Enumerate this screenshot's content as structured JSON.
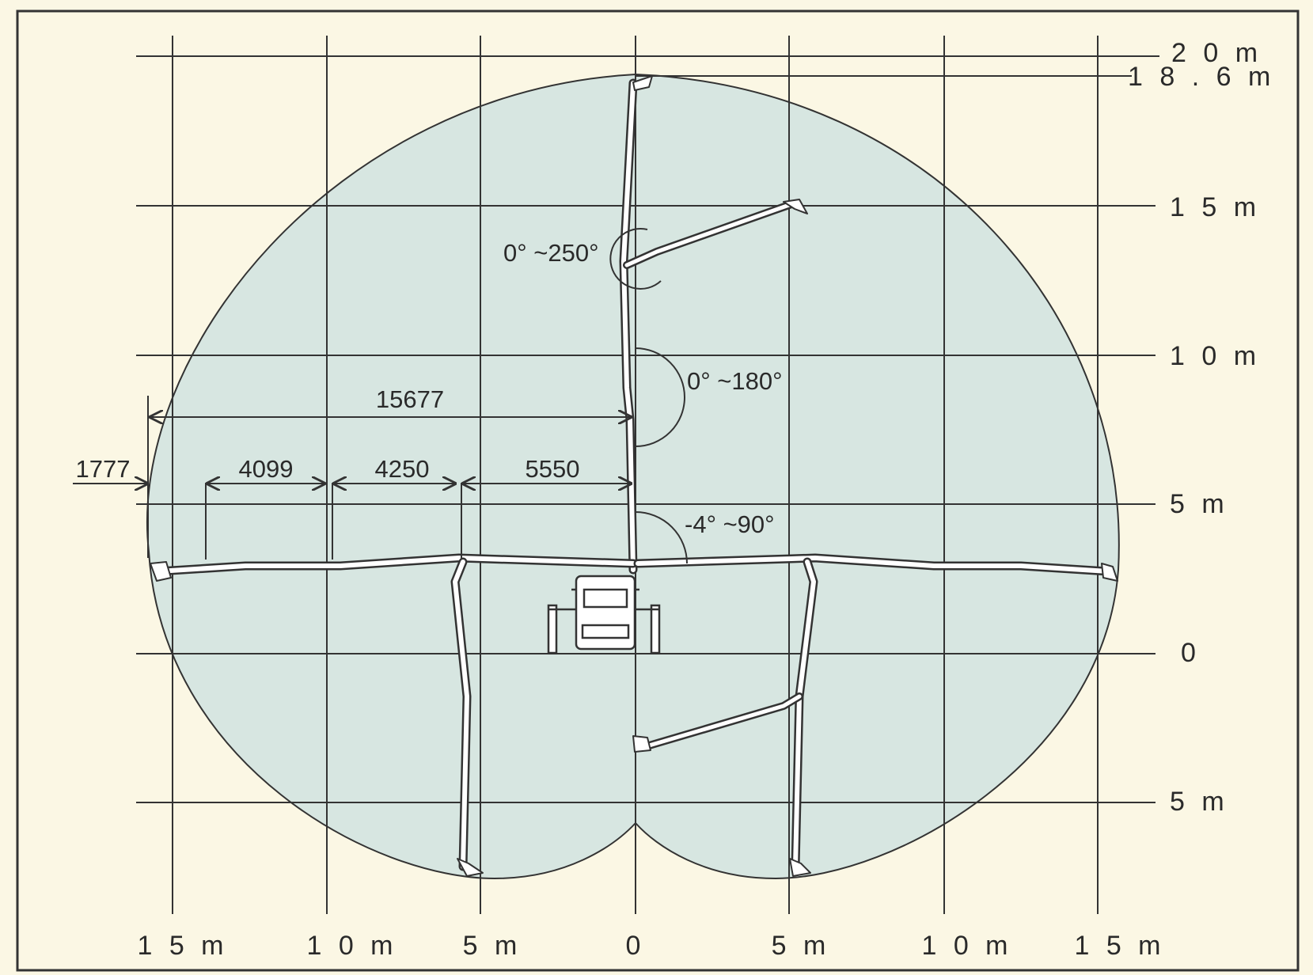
{
  "colors": {
    "background": "#fbf7e4",
    "frame": "#333333",
    "envelope_fill": "#d7e6e1",
    "line": "#333333",
    "boom": "#ffffff",
    "text": "#2a2a2a"
  },
  "x_axis": {
    "labels": [
      "1 5 m",
      "1 0 m",
      "5 m",
      "0",
      "5 m",
      "1 0 m",
      "1 5 m"
    ],
    "values_m": [
      -15,
      -10,
      -5,
      0,
      5,
      10,
      15
    ]
  },
  "y_axis": {
    "labels": [
      "2 0 m",
      "1 8 . 6 m",
      "1 5 m",
      "1 0 m",
      "5 m",
      "0",
      "5 m"
    ],
    "values_m": [
      20,
      18.6,
      15,
      10,
      5,
      0,
      -5
    ]
  },
  "dimensions": {
    "total_reach": "15677",
    "sections": [
      "1777",
      "4099",
      "4250",
      "5550"
    ]
  },
  "angles": {
    "boom1": "-4° ~90°",
    "boom2": "0° ~180°",
    "boom3": "0° ~250°"
  }
}
